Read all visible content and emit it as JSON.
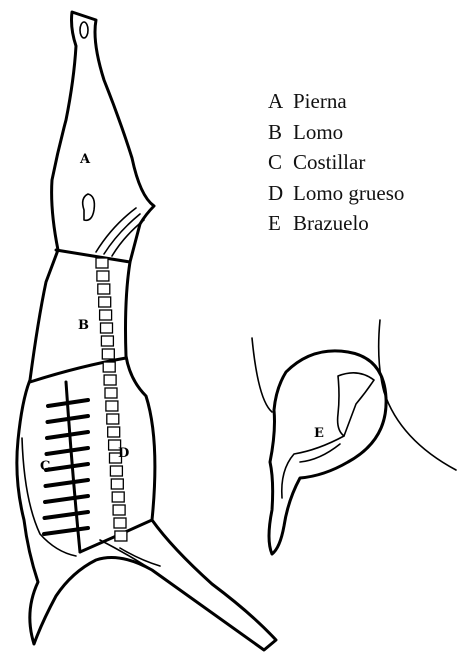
{
  "legend": [
    {
      "key": "A",
      "label": "Pierna"
    },
    {
      "key": "B",
      "label": "Lomo"
    },
    {
      "key": "C",
      "label": "Costillar"
    },
    {
      "key": "D",
      "label": "Lomo grueso"
    },
    {
      "key": "E",
      "label": "Brazuelo"
    }
  ],
  "region_letters": {
    "a": "A",
    "b": "B",
    "c": "C",
    "d": "D",
    "e": "E"
  }
}
